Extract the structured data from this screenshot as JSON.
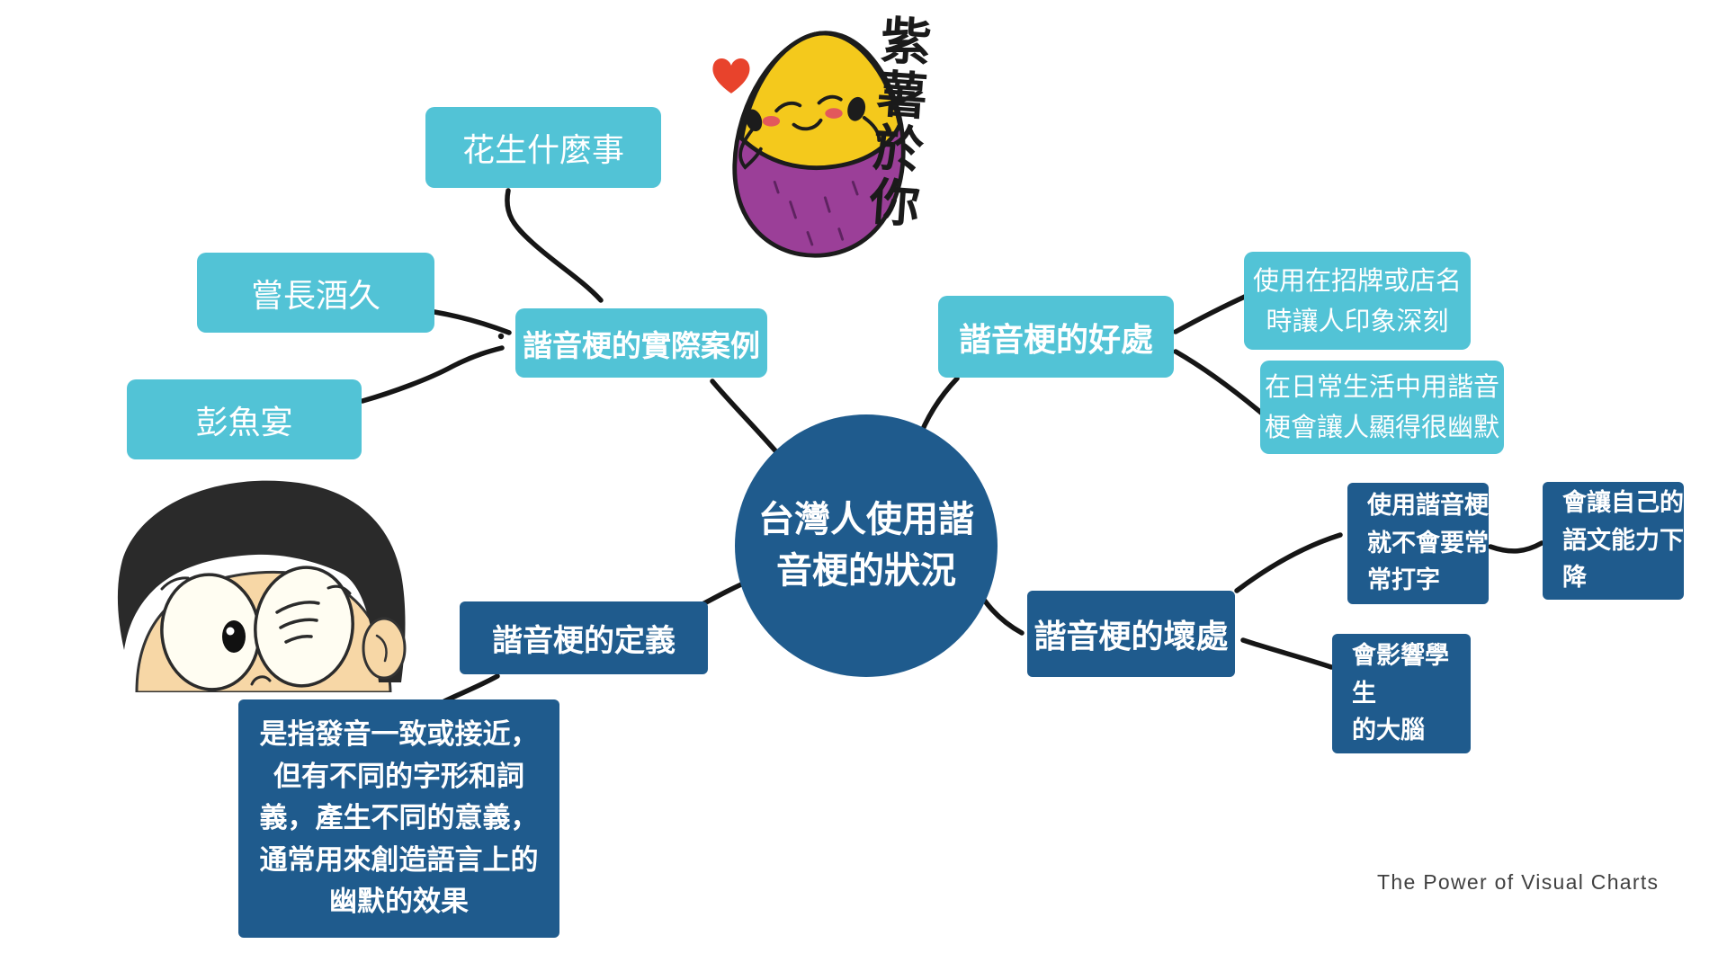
{
  "title": "台灣人使用諧音梗的狀況",
  "colors": {
    "node_light_blue": "#52c3d6",
    "node_dark_blue": "#1f5b8d",
    "connector_black": "#161616",
    "text_white": "#ffffff",
    "mascot_yellow": "#f4c91c",
    "mascot_purple": "#9b3f98",
    "heart_red": "#e8432c"
  },
  "center": {
    "label": "台灣人使用諧\n音梗的狀況"
  },
  "examples": {
    "label": "諧音梗的實際案例",
    "items": [
      {
        "label": "花生什麼事"
      },
      {
        "label": "嘗長酒久"
      },
      {
        "label": "彭魚宴"
      }
    ]
  },
  "benefits": {
    "label": "諧音梗的好處",
    "items": [
      {
        "label": "使用在招牌或店名\n時讓人印象深刻"
      },
      {
        "label": "在日常生活中用諧音\n梗會讓人顯得很幽默"
      }
    ]
  },
  "drawbacks": {
    "label": "諧音梗的壞處",
    "items": [
      {
        "label": "使用諧音梗\n就不會要常\n常打字"
      },
      {
        "label": "會讓自己的\n語文能力下\n降"
      },
      {
        "label": "會影響學生\n的大腦"
      }
    ]
  },
  "definition": {
    "label": "諧音梗的定義",
    "text": "是指發音一致或接近，\n但有不同的字形和詞\n義，產生不同的意義，\n通常用來創造語言上的\n幽默的效果"
  },
  "mascot": {
    "caption": "紫薯於你"
  },
  "footer": {
    "text": "The Power of Visual Charts"
  }
}
